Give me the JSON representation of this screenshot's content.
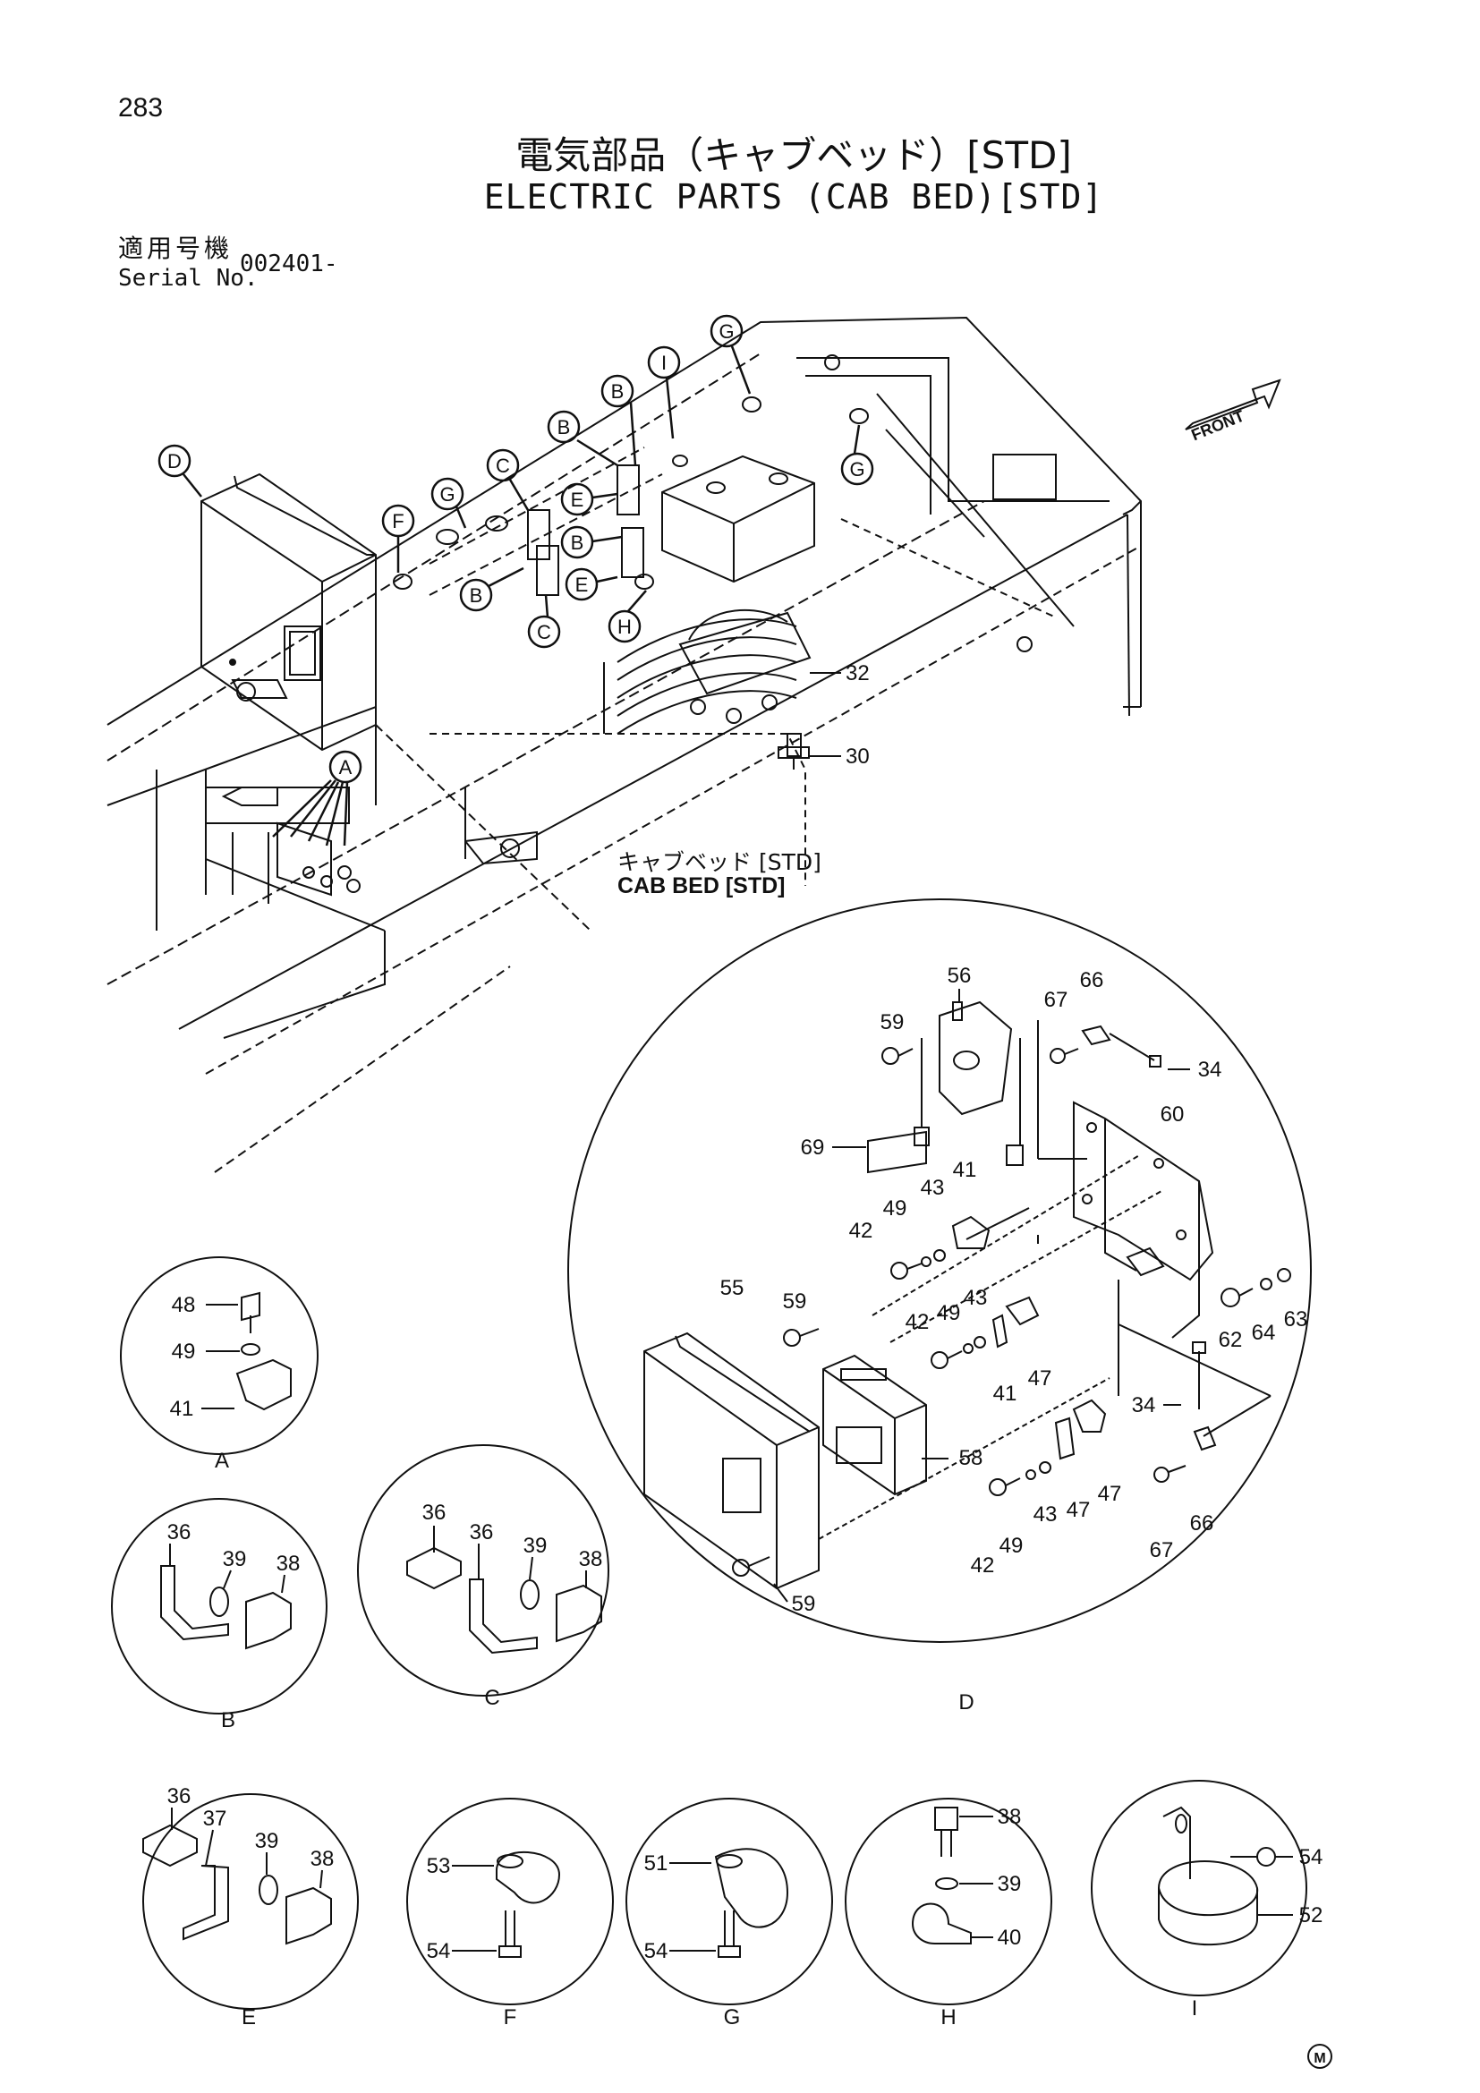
{
  "header": {
    "page_number": "283",
    "title_jp": "電気部品（キャブベッド）[STD]",
    "title_en": "ELECTRIC PARTS (CAB BED)[STD]",
    "serial_label_jp": "適用号機",
    "serial_label_en": "Serial No.",
    "serial_value": "002401-"
  },
  "subtitle": {
    "jp": "キャブベッド [STD]",
    "en": "CAB BED [STD]"
  },
  "main_labels": {
    "front": "FRONT",
    "callouts": [
      "D",
      "F",
      "G",
      "C",
      "B",
      "E",
      "B",
      "B",
      "E",
      "C",
      "H",
      "I",
      "G",
      "G",
      "A"
    ],
    "parts": [
      "32",
      "30"
    ]
  },
  "detail_d": {
    "letter": "D",
    "parts": [
      "56",
      "59",
      "67",
      "66",
      "34",
      "60",
      "69",
      "41",
      "43",
      "49",
      "42",
      "55",
      "59",
      "42",
      "49",
      "43",
      "41",
      "47",
      "58",
      "62",
      "64",
      "63",
      "34",
      "47",
      "47",
      "43",
      "49",
      "42",
      "67",
      "66",
      "59"
    ]
  },
  "detail_a": {
    "letter": "A",
    "parts": [
      "48",
      "49",
      "41"
    ]
  },
  "detail_b": {
    "letter": "B",
    "parts": [
      "36",
      "39",
      "38"
    ]
  },
  "detail_c": {
    "letter": "C",
    "parts": [
      "36",
      "36",
      "39",
      "38"
    ]
  },
  "detail_e": {
    "letter": "E",
    "parts": [
      "36",
      "37",
      "39",
      "38"
    ]
  },
  "detail_f": {
    "letter": "F",
    "parts": [
      "53",
      "54"
    ]
  },
  "detail_g": {
    "letter": "G",
    "parts": [
      "51",
      "54"
    ]
  },
  "detail_h": {
    "letter": "H",
    "parts": [
      "38",
      "39",
      "40"
    ]
  },
  "detail_i": {
    "letter": "I",
    "parts": [
      "54",
      "52"
    ]
  },
  "mark": "M"
}
